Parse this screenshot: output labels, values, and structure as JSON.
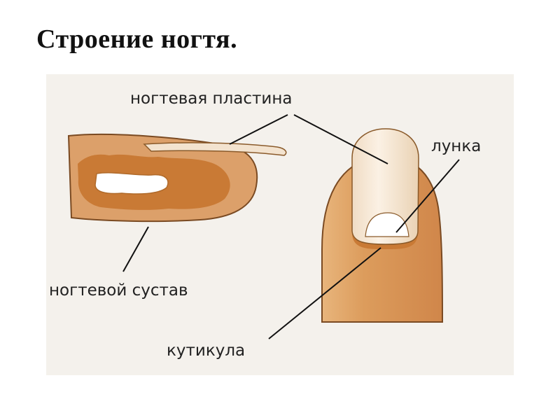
{
  "title": "Строение ногтя.",
  "labels": {
    "nail_plate": "ногтевая пластина",
    "lunula": "лунка",
    "nail_joint": "ногтевой сустав",
    "cuticle": "кутикула"
  },
  "colors": {
    "background_panel": "#f4f1ec",
    "skin": "#d89a5f",
    "skin_dark": "#c97a35",
    "bone": "#ffffff",
    "nail": "#f3e3cf",
    "lines": "#111111"
  }
}
